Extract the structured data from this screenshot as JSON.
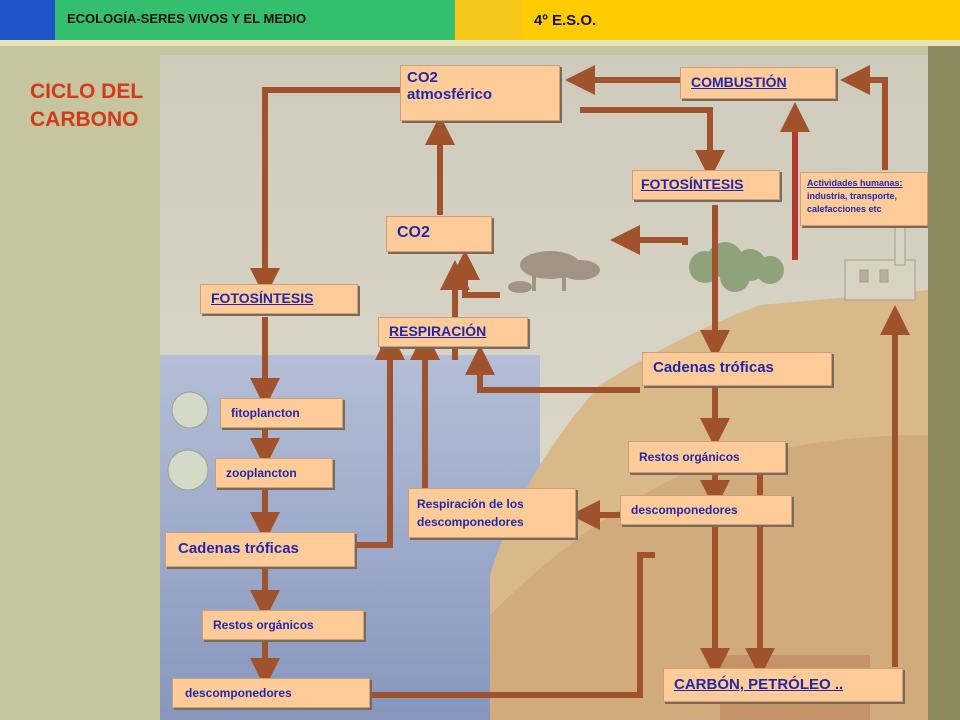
{
  "header": {
    "subject": "ECOLOGÍA-SERES VIVOS Y EL MEDIO",
    "level": "4º E.S.O."
  },
  "title": {
    "line1": "CICLO DEL",
    "line2": "CARBONO"
  },
  "labels": {
    "co2_atmosferico_1": "CO2",
    "co2_atmosferico_2": "atmosférico",
    "combustion": "COMBUSTIÓN",
    "fotosintesis_land": "FOTOSÍNTESIS",
    "actividades_1": "Actividades humanas:",
    "actividades_2": "industria, transporte,",
    "actividades_3": "calefacciones etc",
    "co2": "CO2",
    "fotosintesis_sea": "FOTOSÍNTESIS",
    "respiracion": "RESPIRACIÓN",
    "cadenas_land": "Cadenas tróficas",
    "fitoplancton": "fitoplancton",
    "restos_land": "Restos orgánicos",
    "zooplancton": "zooplancton",
    "resp_descomp_1": "Respiración de los",
    "resp_descomp_2": "descomponedores",
    "descomp_land": "descomponedores",
    "cadenas_sea": "Cadenas tróficas",
    "restos_sea": "Restos orgánicos",
    "carbon_petroleo": "CARBÓN, PETRÓLEO ..",
    "descomp_sea": "descomponedores"
  },
  "colors": {
    "arrow": "#a0522d",
    "label_bg": "#ffcc99",
    "label_text": "#2228aa",
    "title": "#d23a1a",
    "sea": "#9aa6c6",
    "land": "#d8b78e",
    "sky": "#ddd8c6"
  },
  "icons": [
    "factory-icon",
    "animals-icon",
    "trees-icon",
    "plankton-icon"
  ]
}
